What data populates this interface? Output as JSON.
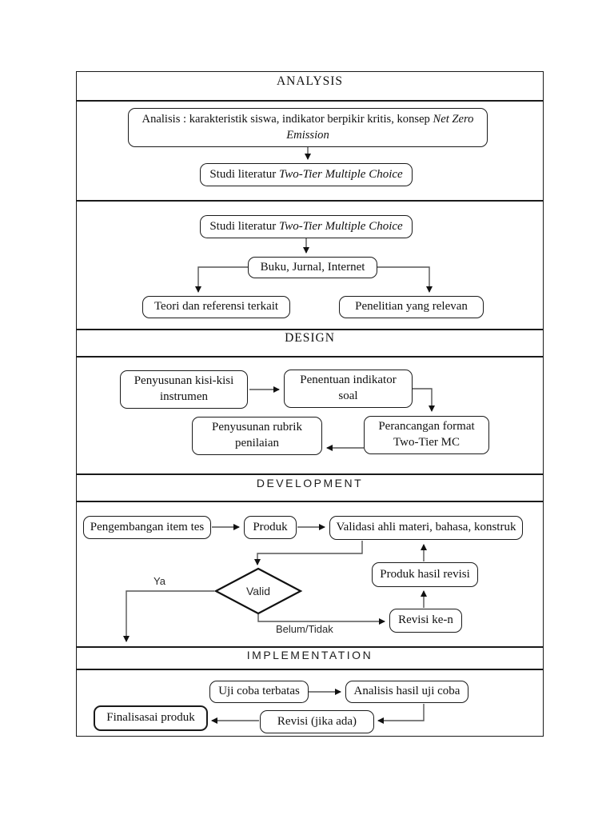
{
  "sections": {
    "analysis": "ANALYSIS",
    "design": "DESIGN",
    "development": "DEVELOPMENT",
    "implementation": "IMPLEMENTATION"
  },
  "analysis": {
    "main_box_text": "Analisis : karakteristik siswa, indikator berpikir kritis, konsep",
    "main_box_italic": "Net Zero Emission",
    "literature_box_text": "Studi literatur",
    "literature_box_italic": "Two-Tier Multiple Choice"
  },
  "literature": {
    "literature_box_text": "Studi literatur",
    "literature_box_italic": "Two-Tier Multiple Choice",
    "sources_box": "Buku, Jurnal, Internet",
    "theory_box": "Teori dan referensi terkait",
    "relevant_box": "Penelitian yang relevan"
  },
  "design": {
    "grid_box": "Penyusunan kisi-kisi instrumen",
    "indicator_box": "Penentuan indikator soal",
    "format_box": "Perancangan format Two-Tier MC",
    "rubric_box": "Penyusunan rubrik penilaian"
  },
  "development": {
    "item_dev_box": "Pengembangan item tes",
    "product_box": "Produk",
    "validation_box": "Validasi ahli materi, bahasa, konstruk",
    "valid_diamond": "Valid",
    "yes_label": "Ya",
    "no_label": "Belum/Tidak",
    "revised_product_box": "Produk hasil revisi",
    "revision_box": "Revisi ke-n"
  },
  "implementation": {
    "trial_box": "Uji coba terbatas",
    "trial_analysis_box": "Analisis hasil uji coba",
    "revision_box": "Revisi (jika ada)",
    "finalization_box": "Finalisasai produk"
  },
  "colors": {
    "background": "#ffffff",
    "line": "#1a1a1a"
  }
}
